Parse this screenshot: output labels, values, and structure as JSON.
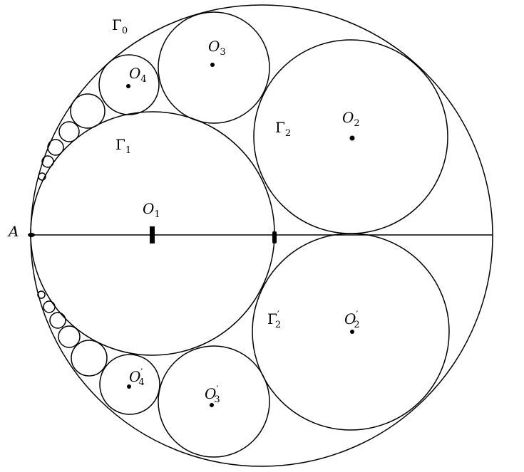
{
  "figure": {
    "labels": {
      "A": "A",
      "gamma0": {
        "base": "Γ",
        "sub": "0"
      },
      "gamma1": {
        "base": "Γ",
        "sub": "1"
      },
      "gamma2": {
        "base": "Γ",
        "sub": "2"
      },
      "gamma2p": {
        "base": "Γ",
        "sub": "2",
        "prime": "′"
      },
      "o1": {
        "base": "O",
        "sub": "1"
      },
      "o2": {
        "base": "O",
        "sub": "2"
      },
      "o3": {
        "base": "O",
        "sub": "3"
      },
      "o4": {
        "base": "O",
        "sub": "4"
      },
      "o2p": {
        "base": "O",
        "sub": "2",
        "prime": "′"
      },
      "o3p": {
        "base": "O",
        "sub": "3",
        "prime": "′"
      },
      "o4p": {
        "base": "O",
        "sub": "4",
        "prime": "′"
      }
    },
    "stroke_color": "#000000"
  }
}
